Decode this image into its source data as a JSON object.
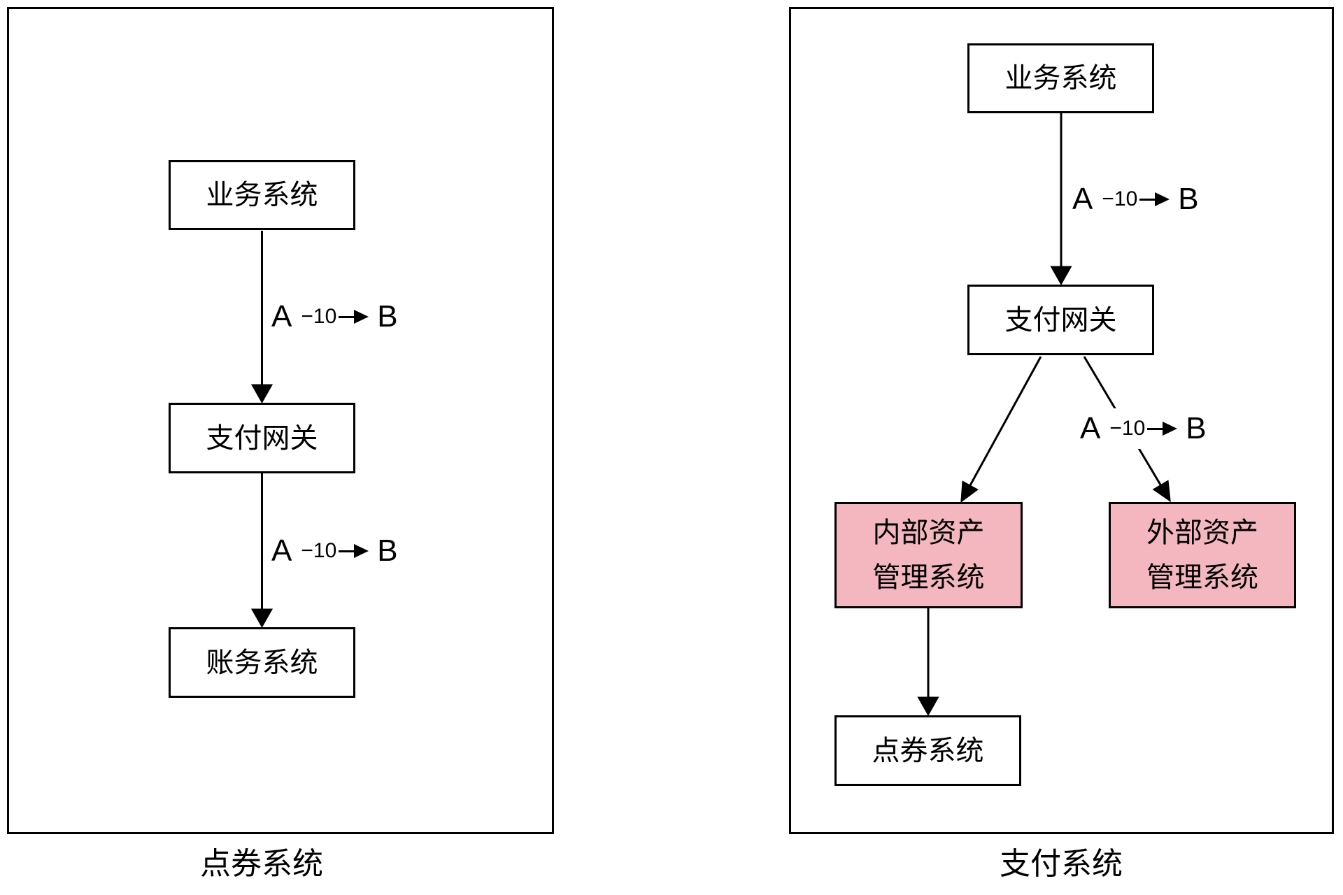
{
  "colors": {
    "stroke": "#000000",
    "node_fill": "#ffffff",
    "highlight_fill": "#f5b7bf",
    "text": "#000000",
    "background": "#ffffff"
  },
  "panels": [
    {
      "caption": "点券系统",
      "nodes": [
        {
          "id": "business-system",
          "label": "业务系统"
        },
        {
          "id": "payment-gateway",
          "label": "支付网关"
        },
        {
          "id": "accounting-system",
          "label": "账务系统"
        }
      ],
      "edges": [
        {
          "a": "A",
          "amount": "−10",
          "b": "B"
        },
        {
          "a": "A",
          "amount": "−10",
          "b": "B"
        }
      ]
    },
    {
      "caption": "支付系统",
      "nodes": [
        {
          "id": "business-system",
          "label": "业务系统"
        },
        {
          "id": "payment-gateway",
          "label": "支付网关"
        },
        {
          "id": "internal-asset-mgmt",
          "line1": "内部资产",
          "line2": "管理系统",
          "highlighted": true
        },
        {
          "id": "external-asset-mgmt",
          "line1": "外部资产",
          "line2": "管理系统",
          "highlighted": true
        },
        {
          "id": "points-system",
          "label": "点券系统"
        }
      ],
      "edges": [
        {
          "a": "A",
          "amount": "−10",
          "b": "B"
        },
        {
          "a": "A",
          "amount": "−10",
          "b": "B"
        }
      ]
    }
  ]
}
